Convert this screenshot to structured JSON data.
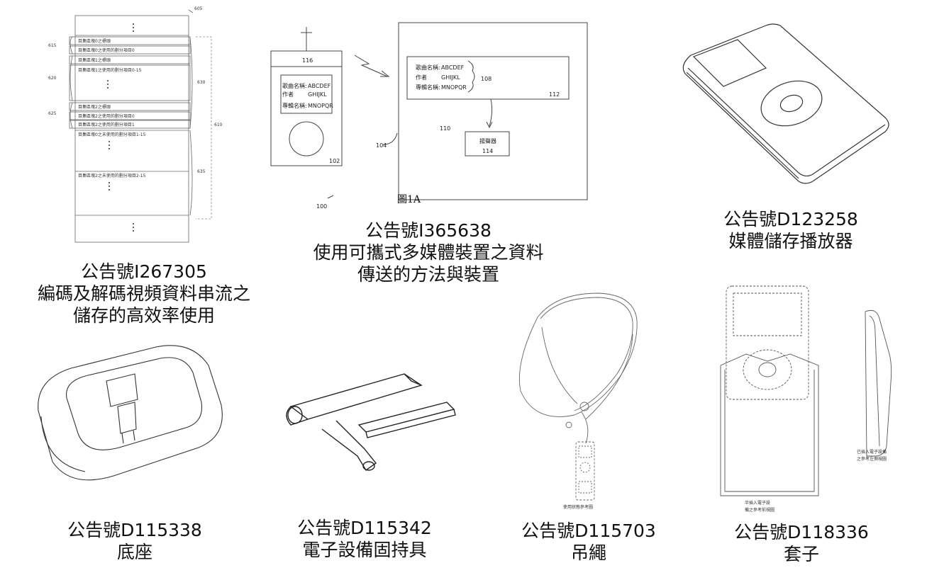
{
  "figures": [
    {
      "id": "I267305",
      "caption_number": "公告號I267305",
      "caption_title_lines": [
        "編碼及解碼視頻資料串流之",
        "儲存的高效率使用"
      ],
      "labels": {
        "n605": "605",
        "n610": "610",
        "n615": "615",
        "n620": "620",
        "n625": "625",
        "n630": "630",
        "n635": "635",
        "row1": "目集區塊0之標頭",
        "row2": "目集區塊0之使用的劃分項目0",
        "row3": "目集區塊1之標頭",
        "row4": "目集區塊1之使用的劃分項目0-15",
        "row5": "目集區塊2之標頭",
        "row6": "目集區塊2之使用的劃分項目0",
        "row7": "目集區塊2之使用的劃分項目1",
        "row8": "目集區塊0之未使用的劃分項目1-15",
        "row9": "目集區塊2之未使用的劃分項目2-15"
      }
    },
    {
      "id": "I365638",
      "caption_number": "公告號I365638",
      "caption_title_lines": [
        "使用可攜式多媒體裝置之資料",
        "傳送的方法與裝置"
      ],
      "labels": {
        "n116": "116",
        "n102": "102",
        "n104": "104",
        "n108": "108",
        "n110": "110",
        "n112": "112",
        "n114": "114",
        "n100": "100",
        "song_label": "歌曲名稱:",
        "song_value": "ABCDEF",
        "author_label": "作者",
        "author_value": "GHIJKL",
        "album_label": "專輯名稱:",
        "album_value": "MNOPQR",
        "speaker": "揚聲器",
        "figure": "圖1A"
      }
    },
    {
      "id": "D123258",
      "caption_number": "公告號D123258",
      "caption_title_lines": [
        "媒體儲存播放器"
      ]
    },
    {
      "id": "D115338",
      "caption_number": "公告號D115338",
      "caption_title_lines": [
        "底座"
      ]
    },
    {
      "id": "D115342",
      "caption_number": "公告號D115342",
      "caption_title_lines": [
        "電子設備固持具"
      ]
    },
    {
      "id": "D115703",
      "caption_number": "公告號D115703",
      "caption_title_lines": [
        "吊繩"
      ],
      "labels": {
        "usage": "使用狀態參考圖"
      }
    },
    {
      "id": "D118336",
      "caption_number": "公告號D118336",
      "caption_title_lines": [
        "套子"
      ],
      "labels": {
        "front": [
          "半插入電子設",
          "備之參考前視圖"
        ],
        "side": [
          "已插入電子設備",
          "之參考左側視圖"
        ]
      }
    }
  ],
  "colors": {
    "line": "#555555",
    "dash": "#777777",
    "text": "#111111"
  }
}
